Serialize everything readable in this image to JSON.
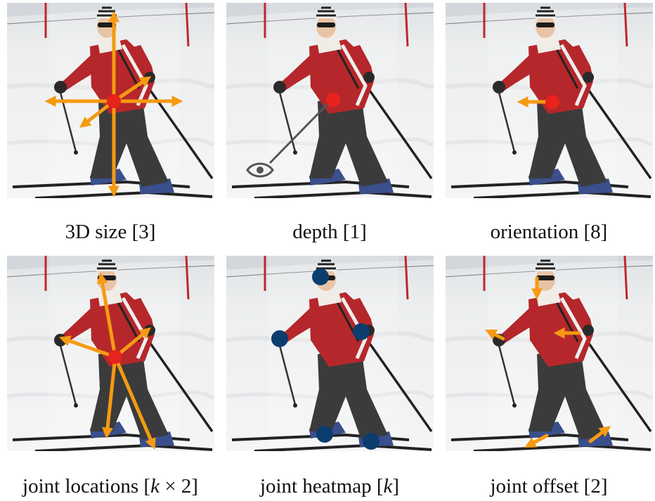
{
  "figure": {
    "panels": [
      {
        "id": "size",
        "caption": "3D size [3]",
        "annotation": "center-arrows-cross"
      },
      {
        "id": "depth",
        "caption": "depth [1]",
        "annotation": "center-with-eye"
      },
      {
        "id": "orientation",
        "caption": "orientation [8]",
        "annotation": "center-arrow-left"
      },
      {
        "id": "joint_locations",
        "caption_prefix": "joint locations [",
        "caption_var": "k",
        "caption_suffix": " × 2]",
        "annotation": "center-to-joints"
      },
      {
        "id": "joint_heatmap",
        "caption_prefix": "joint heatmap [",
        "caption_var": "k",
        "caption_suffix": "]",
        "annotation": "joint-dots"
      },
      {
        "id": "joint_offset",
        "caption": "joint offset [2]",
        "annotation": "joint-offset-arrows"
      }
    ],
    "colors": {
      "arrow": "#f59a12",
      "center": "#e8231c",
      "joint": "#0b3d6e",
      "eye": "#555555",
      "jacket": "#b5272b",
      "pants": "#3b3b3b",
      "snow": "#eceeef"
    }
  }
}
